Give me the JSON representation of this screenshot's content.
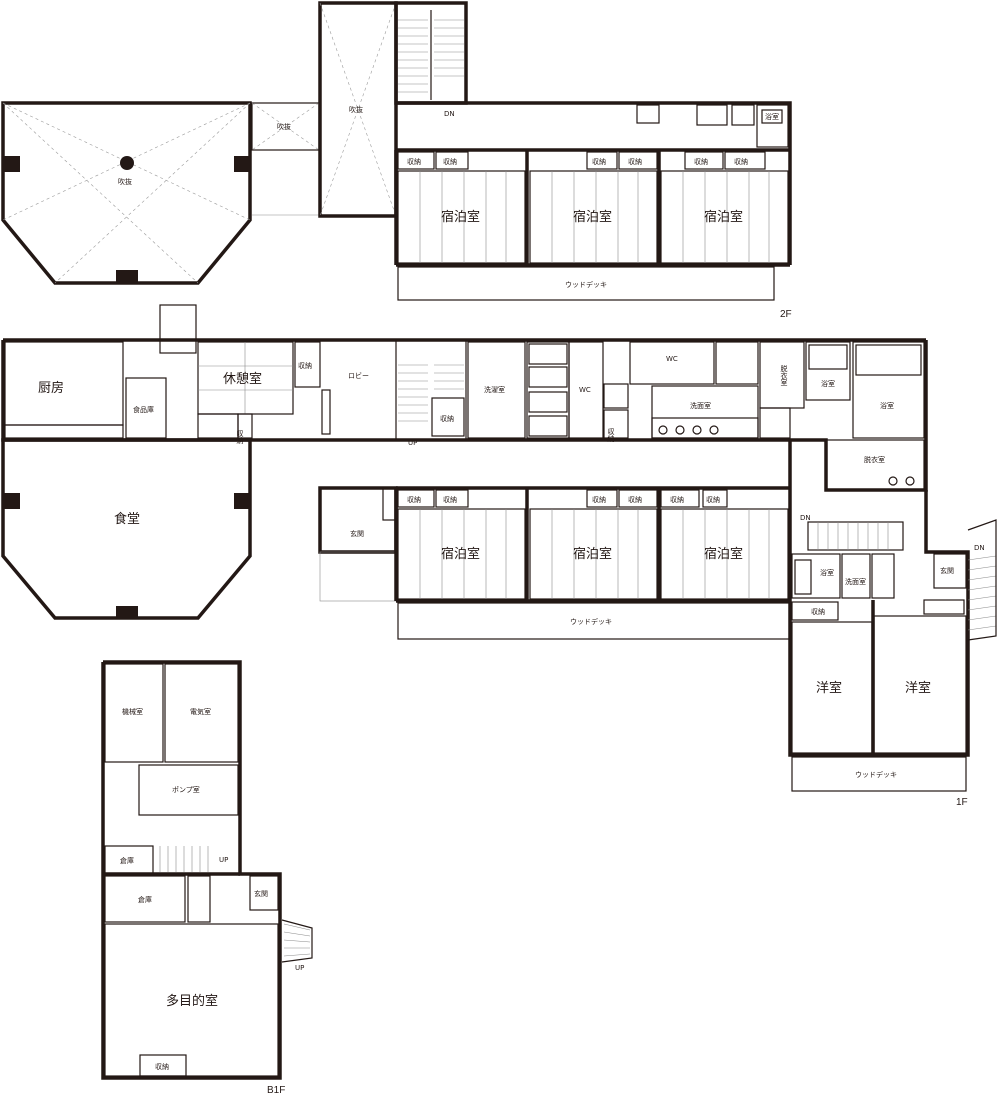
{
  "colors": {
    "wall": "#231815",
    "guest_room": "#eaf0e1",
    "dining": "#f8f7d8",
    "kitchen": "#fbf6d5",
    "wet_area": "#dfeef7",
    "western_room": "#fbe8ec",
    "storage": "#dedddd",
    "multipurpose": "#fdf2e6",
    "deck": "#ffffff"
  },
  "floor_labels": {
    "f2": "2F",
    "f1": "1F",
    "b1": "B1F"
  },
  "f2": {
    "void_big": "吹抜",
    "void_small": "吹抜",
    "void_stair": "吹抜",
    "stair_dn": "DN",
    "bath": "浴室",
    "storage": [
      "収納",
      "収納",
      "収納",
      "収納",
      "収納",
      "収納"
    ],
    "guest_rooms": [
      "宿泊室",
      "宿泊室",
      "宿泊室"
    ],
    "deck": "ウッドデッキ"
  },
  "f1": {
    "kitchen": "厨房",
    "pantry": "食品庫",
    "lounge": "休憩室",
    "lounge_storage": "収納",
    "lounge_storage_small": "収納",
    "lobby": "ロビー",
    "stair_up": "UP",
    "stair_storage": "収納",
    "laundry": "洗濯室",
    "wc_1": "WC",
    "wc_2": "WC",
    "wc_storage": "収納",
    "washroom": "洗面室",
    "changing_1": "脱衣室",
    "bath_1": "浴室",
    "bath_2": "浴室",
    "changing_2": "脱衣室",
    "dining": "食堂",
    "entrance": "玄関",
    "storage": [
      "収納",
      "収納",
      "収納",
      "収納",
      "収納",
      "収納"
    ],
    "guest_rooms": [
      "宿泊室",
      "宿泊室",
      "宿泊室"
    ],
    "deck": "ウッドデッキ",
    "dn_1": "DN",
    "dn_2": "DN",
    "bath_3": "浴室",
    "washroom_2": "洗面室",
    "entrance_2": "玄関",
    "west_storage": "収納",
    "western_rooms": [
      "洋室",
      "洋室"
    ],
    "deck_2": "ウッドデッキ"
  },
  "b1": {
    "machine_room": "機械室",
    "electric_room": "電気室",
    "pump_room": "ポンプ室",
    "store_1": "倉庫",
    "stair_up": "UP",
    "store_2": "倉庫",
    "entrance": "玄関",
    "stair_up_2": "UP",
    "multipurpose": "多目的室",
    "storage": "収納"
  }
}
